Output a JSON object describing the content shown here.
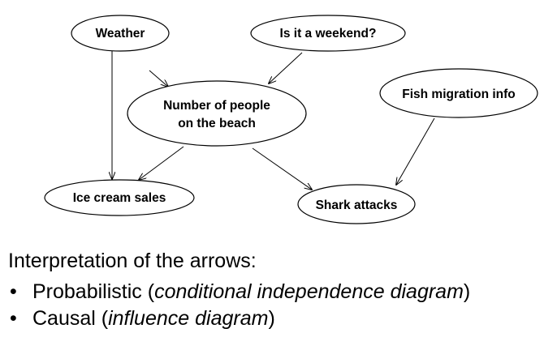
{
  "diagram": {
    "nodes": [
      {
        "id": "weather",
        "label_lines": [
          "Weather"
        ]
      },
      {
        "id": "weekend",
        "label_lines": [
          "Is it a weekend?"
        ]
      },
      {
        "id": "beach",
        "label_lines": [
          "Number of people",
          "on the beach"
        ]
      },
      {
        "id": "fish",
        "label_lines": [
          "Fish migration info"
        ]
      },
      {
        "id": "icecream",
        "label_lines": [
          "Ice cream sales"
        ]
      },
      {
        "id": "shark",
        "label_lines": [
          "Shark attacks"
        ]
      }
    ],
    "edges": [
      {
        "from": "weather",
        "to": "beach"
      },
      {
        "from": "weather",
        "to": "icecream"
      },
      {
        "from": "weekend",
        "to": "beach"
      },
      {
        "from": "beach",
        "to": "icecream"
      },
      {
        "from": "beach",
        "to": "shark"
      },
      {
        "from": "fish",
        "to": "shark"
      }
    ]
  },
  "notes": {
    "heading": "Interpretation of the arrows:",
    "bullet_symbol": "•",
    "items": [
      {
        "prefix": "Probabilistic (",
        "emphasis": "conditional independence diagram",
        "suffix": ")"
      },
      {
        "prefix": "Causal (",
        "emphasis": "influence diagram",
        "suffix": ")"
      }
    ]
  }
}
